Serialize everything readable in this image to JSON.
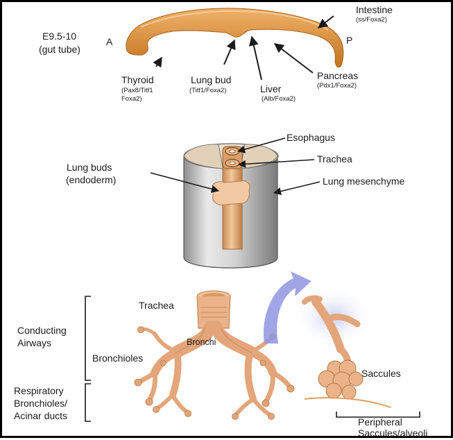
{
  "panel1": {
    "stage": "E9.5-10",
    "stage_note": "(gut tube)",
    "anterior": "A",
    "posterior": "P",
    "thyroid": {
      "name": "Thyroid",
      "markers_1": "(Pax8/Titf1",
      "markers_2": "Foxa2)"
    },
    "lung_bud": {
      "name": "Lung bud",
      "markers": "(Titf1/Foxa2)"
    },
    "liver": {
      "name": "Liver",
      "markers": "(Alb/Foxa2)"
    },
    "pancreas": {
      "name": "Pancreas",
      "markers": "(Pdx1/Foxa2)"
    },
    "intestine": {
      "name": "Intestine",
      "markers": "(ss/Foxa2)"
    }
  },
  "panel2": {
    "esophagus": "Esophagus",
    "trachea": "Trachea",
    "lung_buds_1": "Lung buds",
    "lung_buds_2": "(endoderm)",
    "mesenchyme": "Lung mesenchyme"
  },
  "panel3": {
    "trachea": "Trachea",
    "bronchi": "Bronchi",
    "bronchioles": "Bronchioles",
    "conducting_1": "Conducting",
    "conducting_2": "Airways",
    "respiratory_1": "Respiratory",
    "respiratory_2": "Bronchioles/",
    "respiratory_3": "Acinar ducts",
    "saccules": "Saccules",
    "peripheral_1": "Peripheral",
    "peripheral_2": "Saccules/alveoli"
  },
  "colors": {
    "tissue": "#e8a46a",
    "tissue_dark": "#b96a2c",
    "gut_tube": "#d88a3a",
    "mesenchyme": "#d9d9d9",
    "arrow_blue": "#8f95e0",
    "line": "#1a1a1a"
  }
}
